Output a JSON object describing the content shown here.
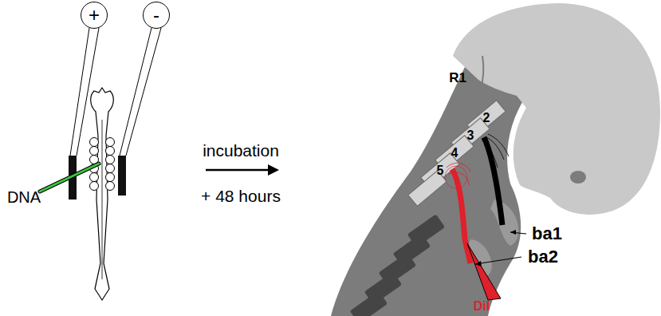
{
  "diagram": {
    "nodes": [
      {
        "text": [
          "+"
        ]
      },
      {
        "text": [
          "-"
        ]
      }
    ],
    "labels": [
      "DNA",
      "incubation",
      "+ 48 hours",
      "R1",
      "2",
      "3",
      "4",
      "5",
      "ba1",
      "ba2",
      "DiI"
    ]
  }
}
